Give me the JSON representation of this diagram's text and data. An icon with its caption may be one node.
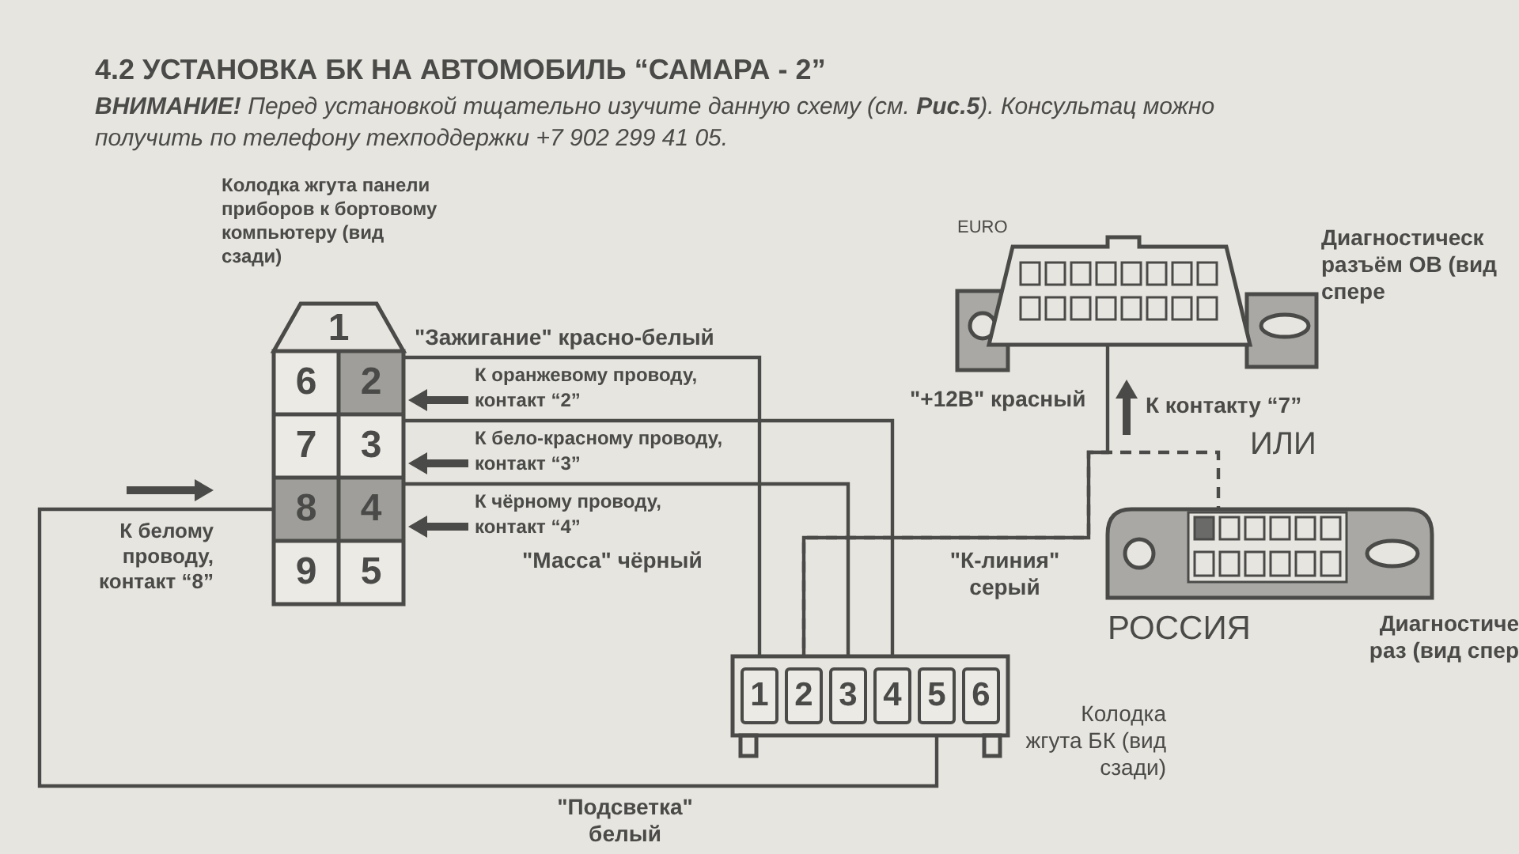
{
  "diagram": {
    "title": "4.2 УСТАНОВКА БК НА АВТОМОБИЛЬ “САМАРА - 2”",
    "nodes": [
      {
        "text": [
          "Колодка жгута панели приборов к бортовому компьютеру (вид сзади)"
        ]
      },
      {
        "text": [
          "1"
        ],
        "in": 0
      },
      {
        "text": [
          "6"
        ],
        "in": 0
      },
      {
        "text": [
          "2"
        ],
        "in": 0
      },
      {
        "text": [
          "7"
        ],
        "in": 0
      },
      {
        "text": [
          "3"
        ],
        "in": 0
      },
      {
        "text": [
          "8"
        ],
        "in": 0
      },
      {
        "text": [
          "4"
        ],
        "in": 0
      },
      {
        "text": [
          "9"
        ],
        "in": 0
      },
      {
        "text": [
          "5"
        ],
        "in": 0
      },
      {
        "text": [
          "Колодка жгута БК (вид сзади)"
        ]
      },
      {
        "text": [
          "1"
        ],
        "in": 10
      },
      {
        "text": [
          "2"
        ],
        "in": 10
      },
      {
        "text": [
          "3"
        ],
        "in": 10
      },
      {
        "text": [
          "4"
        ],
        "in": 10
      },
      {
        "text": [
          "5"
        ],
        "in": 10
      },
      {
        "text": [
          "6"
        ],
        "in": 10
      },
      {
        "text": [
          "Диагностическ разъём OB (вид спере"
        ],
        "beside": [
          "EURO"
        ]
      },
      {
        "text": [
          "Диагностиче раз (вид спер"
        ],
        "beside": [
          "РОССИЯ"
        ]
      }
    ],
    "edges": [
      {
        "from": 11,
        "to": 3,
        "arrow": "none"
      },
      {
        "from": 13,
        "to": 7,
        "arrow": "none"
      },
      {
        "from": 14,
        "to": 5,
        "arrow": "none"
      },
      {
        "from": 12,
        "to": 17,
        "arrow": "none"
      },
      {
        "from": 12,
        "to": 18,
        "arrow": "none",
        "style": "dashed"
      },
      {
        "from": 15,
        "to": 6,
        "arrow": "none",
        "label": "\"Подсветка\" белый"
      }
    ],
    "labels": [
      "**ВНИМАНИЕ!** Перед установкой тщательно изучите данную схему (см. **Рис.5**). Консультац можно получить по телефону техподдержки +7 902 299 41 05.",
      "\"Зажигание\" красно-белый",
      "К оранжевому проводу, контакт “2”",
      "К бело-красному проводу, контакт “3”",
      "\"+12В\" красный",
      "К контакту “7”",
      "ИЛИ",
      "К чёрному проводу, контакт “4”",
      "\"Масса\" чёрный",
      "\"К-линия\" серый",
      "К белому проводу, контакт “8”"
    ]
  }
}
